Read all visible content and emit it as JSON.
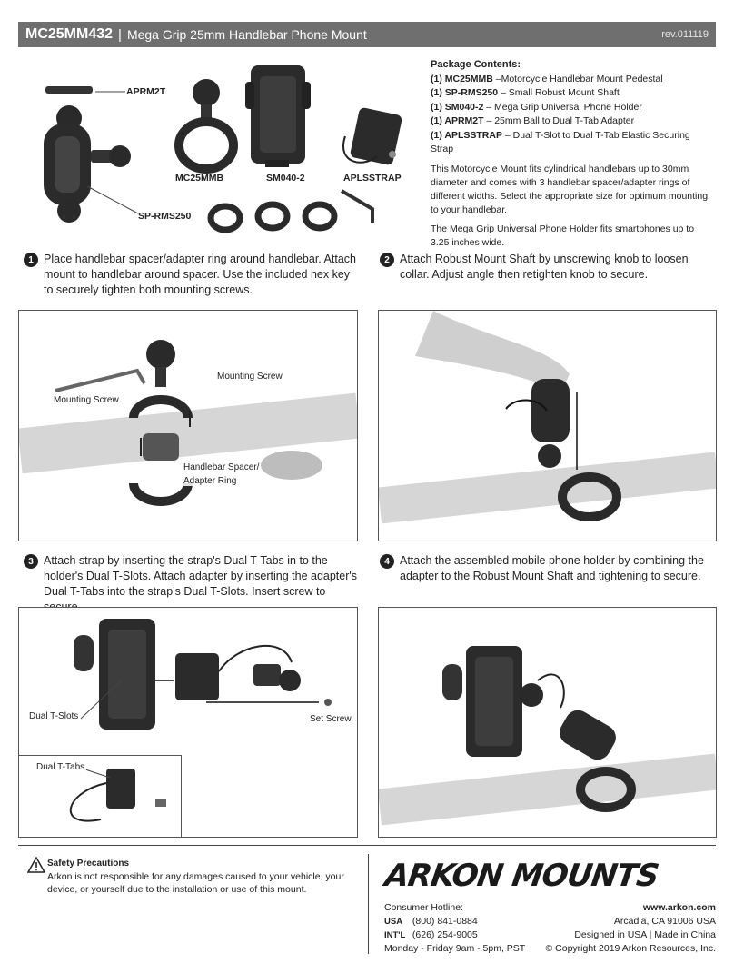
{
  "header": {
    "model": "MC25MM432",
    "separator": "|",
    "name": "Mega Grip 25mm Handlebar Phone Mount",
    "rev": "rev.011119"
  },
  "parts_labels": {
    "aprm2t": "APRM2T",
    "sp_rms250": "SP-RMS250",
    "mc25mmb": "MC25MMB",
    "sm040_2": "SM040-2",
    "aplsstrap": "APLSSTRAP"
  },
  "package": {
    "title": "Package Contents:",
    "items": [
      {
        "code": "(1) MC25MMB",
        "desc": " –Motorcycle Handlebar Mount Pedestal"
      },
      {
        "code": "(1) SP-RMS250",
        "desc": " – Small Robust Mount Shaft"
      },
      {
        "code": "(1) SM040-2",
        "desc": " – Mega Grip Universal Phone Holder"
      },
      {
        "code": "(1) APRM2T",
        "desc": " – 25mm Ball to Dual T-Tab Adapter"
      },
      {
        "code": "(1) APLSSTRAP",
        "desc": " – Dual T-Slot to Dual T-Tab Elastic Securing Strap"
      }
    ],
    "para1": "This Motorcycle Mount fits cylindrical handlebars up to 30mm diameter and comes with 3 handlebar spacer/adapter rings of different widths. Select the appropriate size for optimum mounting to your handlebar.",
    "para2": "The Mega Grip Universal Phone Holder fits smartphones up to 3.25 inches wide."
  },
  "steps": [
    {
      "num": "1",
      "text": "Place handlebar spacer/adapter ring around handlebar. Attach mount to handlebar around spacer. Use the included hex key to securely tighten both mounting screws."
    },
    {
      "num": "2",
      "text": "Attach Robust Mount Shaft by unscrewing knob to loosen collar. Adjust angle then retighten knob to secure."
    },
    {
      "num": "3",
      "text": "Attach strap by inserting the strap's Dual T-Tabs in to the holder's Dual T-Slots. Attach adapter by inserting the adapter's Dual T-Tabs into the strap's Dual T-Slots. Insert screw to secure."
    },
    {
      "num": "4",
      "text": "Attach the assembled mobile phone holder by combining the adapter to the Robust Mount Shaft and tightening to secure."
    }
  ],
  "callouts": {
    "mounting_screw_right": "Mounting Screw",
    "mounting_screw_left": "Mounting Screw",
    "spacer_line1": "Handlebar Spacer/",
    "spacer_line2": "Adapter Ring",
    "dual_t_slots": "Dual T-Slots",
    "set_screw": "Set Screw",
    "dual_t_tabs": "Dual T-Tabs"
  },
  "safety": {
    "title": "Safety Precautions",
    "text": "Arkon is not responsible for any damages caused to your vehicle, your device, or yourself due to the installation or use of this mount."
  },
  "brand": {
    "logo": "ARKON MOUNTS",
    "website": "www.arkon.com",
    "city": "Arcadia, CA 91006 USA",
    "designed": "Designed in USA | Made in China",
    "copyright": "© Copyright 2019 Arkon Resources, Inc."
  },
  "contact": {
    "title": "Consumer Hotline:",
    "usa_label": "USA",
    "usa_phone": "(800) 841-0884",
    "intl_label": "INT'L",
    "intl_phone": "(626) 254-9005",
    "hours": "Monday - Friday  9am - 5pm, PST"
  }
}
